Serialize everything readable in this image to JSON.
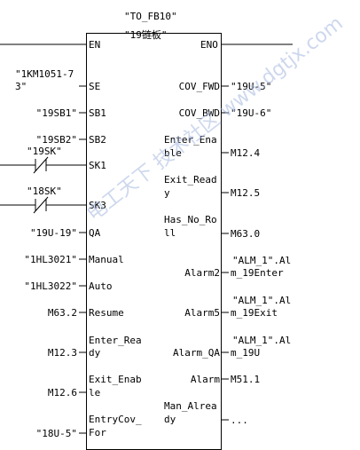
{
  "block": {
    "db_name": "\"TO_FB10\"",
    "instance_name": "\"19链板\"",
    "en_label": "EN",
    "eno_label": "ENO"
  },
  "inputs": [
    {
      "pin": "SE",
      "value_line1": "\"1KM1051-7",
      "value_line2": "3\""
    },
    {
      "pin": "SB1",
      "value": "\"19SB1\""
    },
    {
      "pin": "SB2",
      "value": "\"19SB2\""
    },
    {
      "pin": "SK1",
      "contact_label": "\"19SK\""
    },
    {
      "pin": "SK3",
      "contact_label": "\"18SK\""
    },
    {
      "pin": "QA",
      "value": "\"19U-19\""
    },
    {
      "pin": "Manual",
      "value": "\"1HL3021\""
    },
    {
      "pin": "Auto",
      "value": "\"1HL3022\""
    },
    {
      "pin": "Resume",
      "value": "M63.2"
    },
    {
      "pin_line1": "Enter_Rea",
      "pin_line2": "dy",
      "value": "M12.3"
    },
    {
      "pin_line1": "Exit_Enab",
      "pin_line2": "le",
      "value": "M12.6"
    },
    {
      "pin_line1": "EntryCov_",
      "pin_line2": "For",
      "value": "\"18U-5\""
    }
  ],
  "outputs": [
    {
      "pin": "COV_FWD",
      "value": "\"19U-5\""
    },
    {
      "pin": "COV_BWD",
      "value": "\"19U-6\""
    },
    {
      "pin_line1": "Enter_Ena",
      "pin_line2": "ble",
      "value": "M12.4"
    },
    {
      "pin_line1": "Exit_Read",
      "pin_line2": "y",
      "value": "M12.5"
    },
    {
      "pin_line1": "Has_No_Ro",
      "pin_line2": "ll",
      "value": "M63.0"
    },
    {
      "pin": "Alarm2",
      "value_line1": "\"ALM_1\".Al",
      "value_line2": "m_19Enter"
    },
    {
      "pin": "Alarm5",
      "value_line1": "\"ALM_1\".Al",
      "value_line2": "m_19Exit"
    },
    {
      "pin": "Alarm_QA",
      "value_line1": "\"ALM_1\".Al",
      "value_line2": "m_19U"
    },
    {
      "pin": "Alarm",
      "value": "M51.1"
    },
    {
      "pin_line1": "Man_Alrea",
      "pin_line2": "dy",
      "value": "..."
    }
  ],
  "watermark": "电工天下 技术社区 www.dgtjx.com"
}
